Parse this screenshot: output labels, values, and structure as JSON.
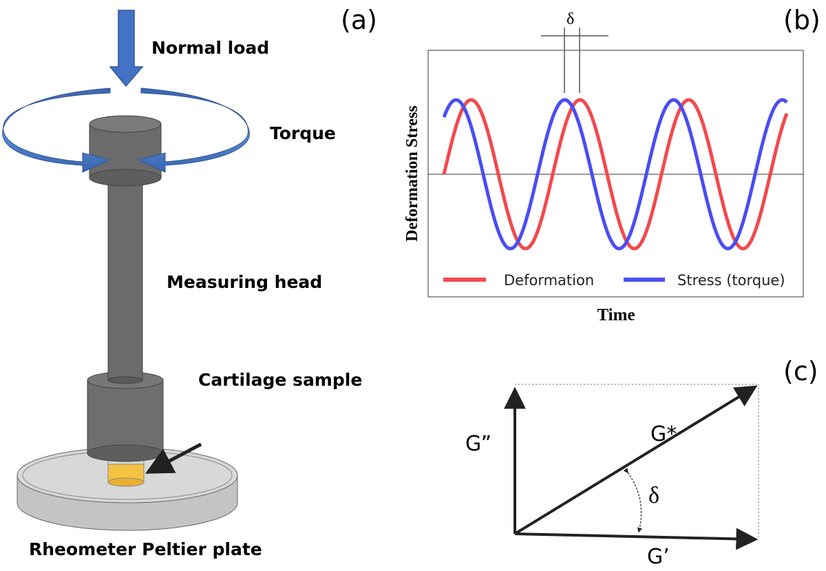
{
  "panel_a": {
    "label": "(a)",
    "normal_load": "Normal load",
    "torque": "Torque",
    "measuring_head": "Measuring head",
    "cartilage_sample": "Cartilage sample",
    "peltier_plate": "Rheometer Peltier plate"
  },
  "panel_b": {
    "label": "(b)",
    "delta_symbol": "δ",
    "ylabel": "Deformation Stress",
    "xlabel": "Time",
    "legend": [
      "Deformation",
      "Stress (torque)"
    ]
  },
  "panel_c": {
    "label": "(c)",
    "g_double_prime": "G”",
    "g_star": "G*",
    "g_prime": "G’",
    "delta_symbol": "δ"
  },
  "colors": {
    "deformation": "#f04a4f",
    "stress": "#4a4ef0",
    "arrow_blue": "#4472c4",
    "head_gray": "#6b6b6b",
    "plate_gray": "#cfcfcf",
    "sample_yellow": "#f5c242"
  },
  "chart_data": {
    "type": "line",
    "title": "",
    "xlabel": "Time",
    "ylabel": "Deformation Stress",
    "series": [
      {
        "name": "Deformation",
        "waveform": "sine",
        "cycles": 3.2,
        "phase_lag": "δ"
      },
      {
        "name": "Stress (torque)",
        "waveform": "sine",
        "cycles": 3.2,
        "phase_lead": "δ"
      }
    ]
  }
}
